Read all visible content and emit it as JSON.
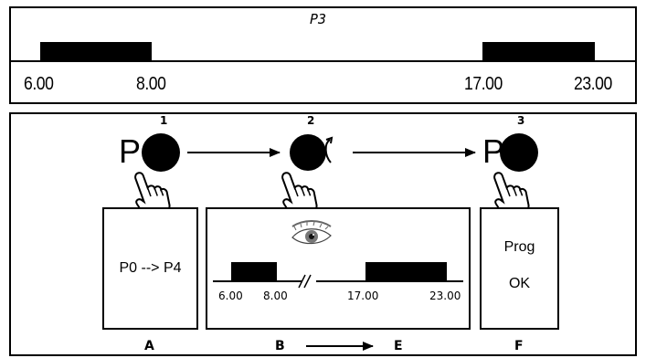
{
  "top_panel": {
    "program_label": "P3",
    "times": {
      "t1": "6.00",
      "t2": "8.00",
      "t3": "17.00",
      "t4": "23.00"
    }
  },
  "steps": [
    {
      "number": "1",
      "button_label": "P"
    },
    {
      "number": "2"
    },
    {
      "number": "3",
      "button_label": "P"
    }
  ],
  "boxes": {
    "a": {
      "text": "P0 --> P4",
      "letter": "A"
    },
    "b": {
      "letter_start": "B",
      "letter_end": "E",
      "times": {
        "t1": "6.00",
        "t2": "8.00",
        "t3": "17.00",
        "t4": "23.00"
      }
    },
    "f": {
      "line1": "Prog",
      "line2": "OK",
      "letter": "F"
    }
  },
  "icons": {
    "button": "round-button-icon",
    "finger": "pointing-hand-icon",
    "eye": "eye-icon",
    "rotate": "rotate-arrow-icon",
    "arrow": "right-arrow-icon"
  }
}
